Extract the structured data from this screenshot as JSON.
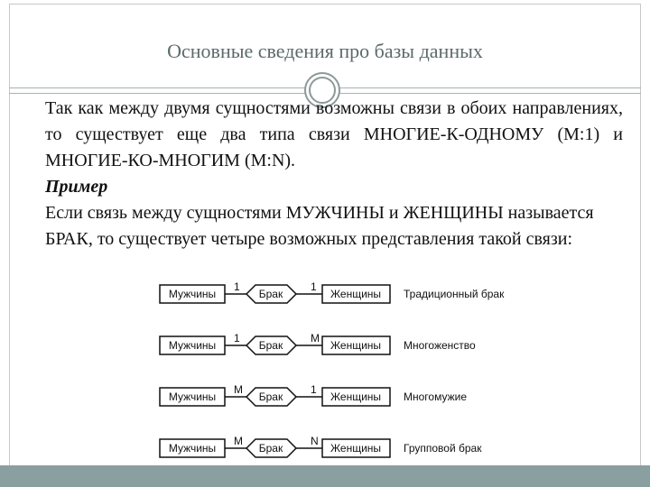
{
  "slide": {
    "title": "Основные сведения про базы данных",
    "paragraph1": "Так как между двумя сущностями возможны связи в обоих направлениях, то существует еще два типа связи МНОГИЕ-К-ОДНОМУ (M:1) и МНОГИЕ-КО-МНОГИМ (M:N).",
    "example_label": "Пример",
    "paragraph2": "Если связь между сущностями МУЖЧИНЫ и ЖЕНЩИНЫ называется БРАК, то существует четыре возможных представления такой связи:"
  },
  "diagram": {
    "rows": [
      {
        "left": "Мужчины",
        "card_left": "1",
        "relation": "Брак",
        "card_right": "1",
        "right": "Женщины",
        "label": "Традиционный брак"
      },
      {
        "left": "Мужчины",
        "card_left": "1",
        "relation": "Брак",
        "card_right": "M",
        "right": "Женщины",
        "label": "Многоженство"
      },
      {
        "left": "Мужчины",
        "card_left": "M",
        "relation": "Брак",
        "card_right": "1",
        "right": "Женщины",
        "label": "Многомужие"
      },
      {
        "left": "Мужчины",
        "card_left": "M",
        "relation": "Брак",
        "card_right": "N",
        "right": "Женщины",
        "label": "Групповой брак"
      }
    ]
  },
  "colors": {
    "title": "#5c6a6a",
    "rule": "#a9b1b1",
    "bottom_bar": "#8a9f9f"
  }
}
